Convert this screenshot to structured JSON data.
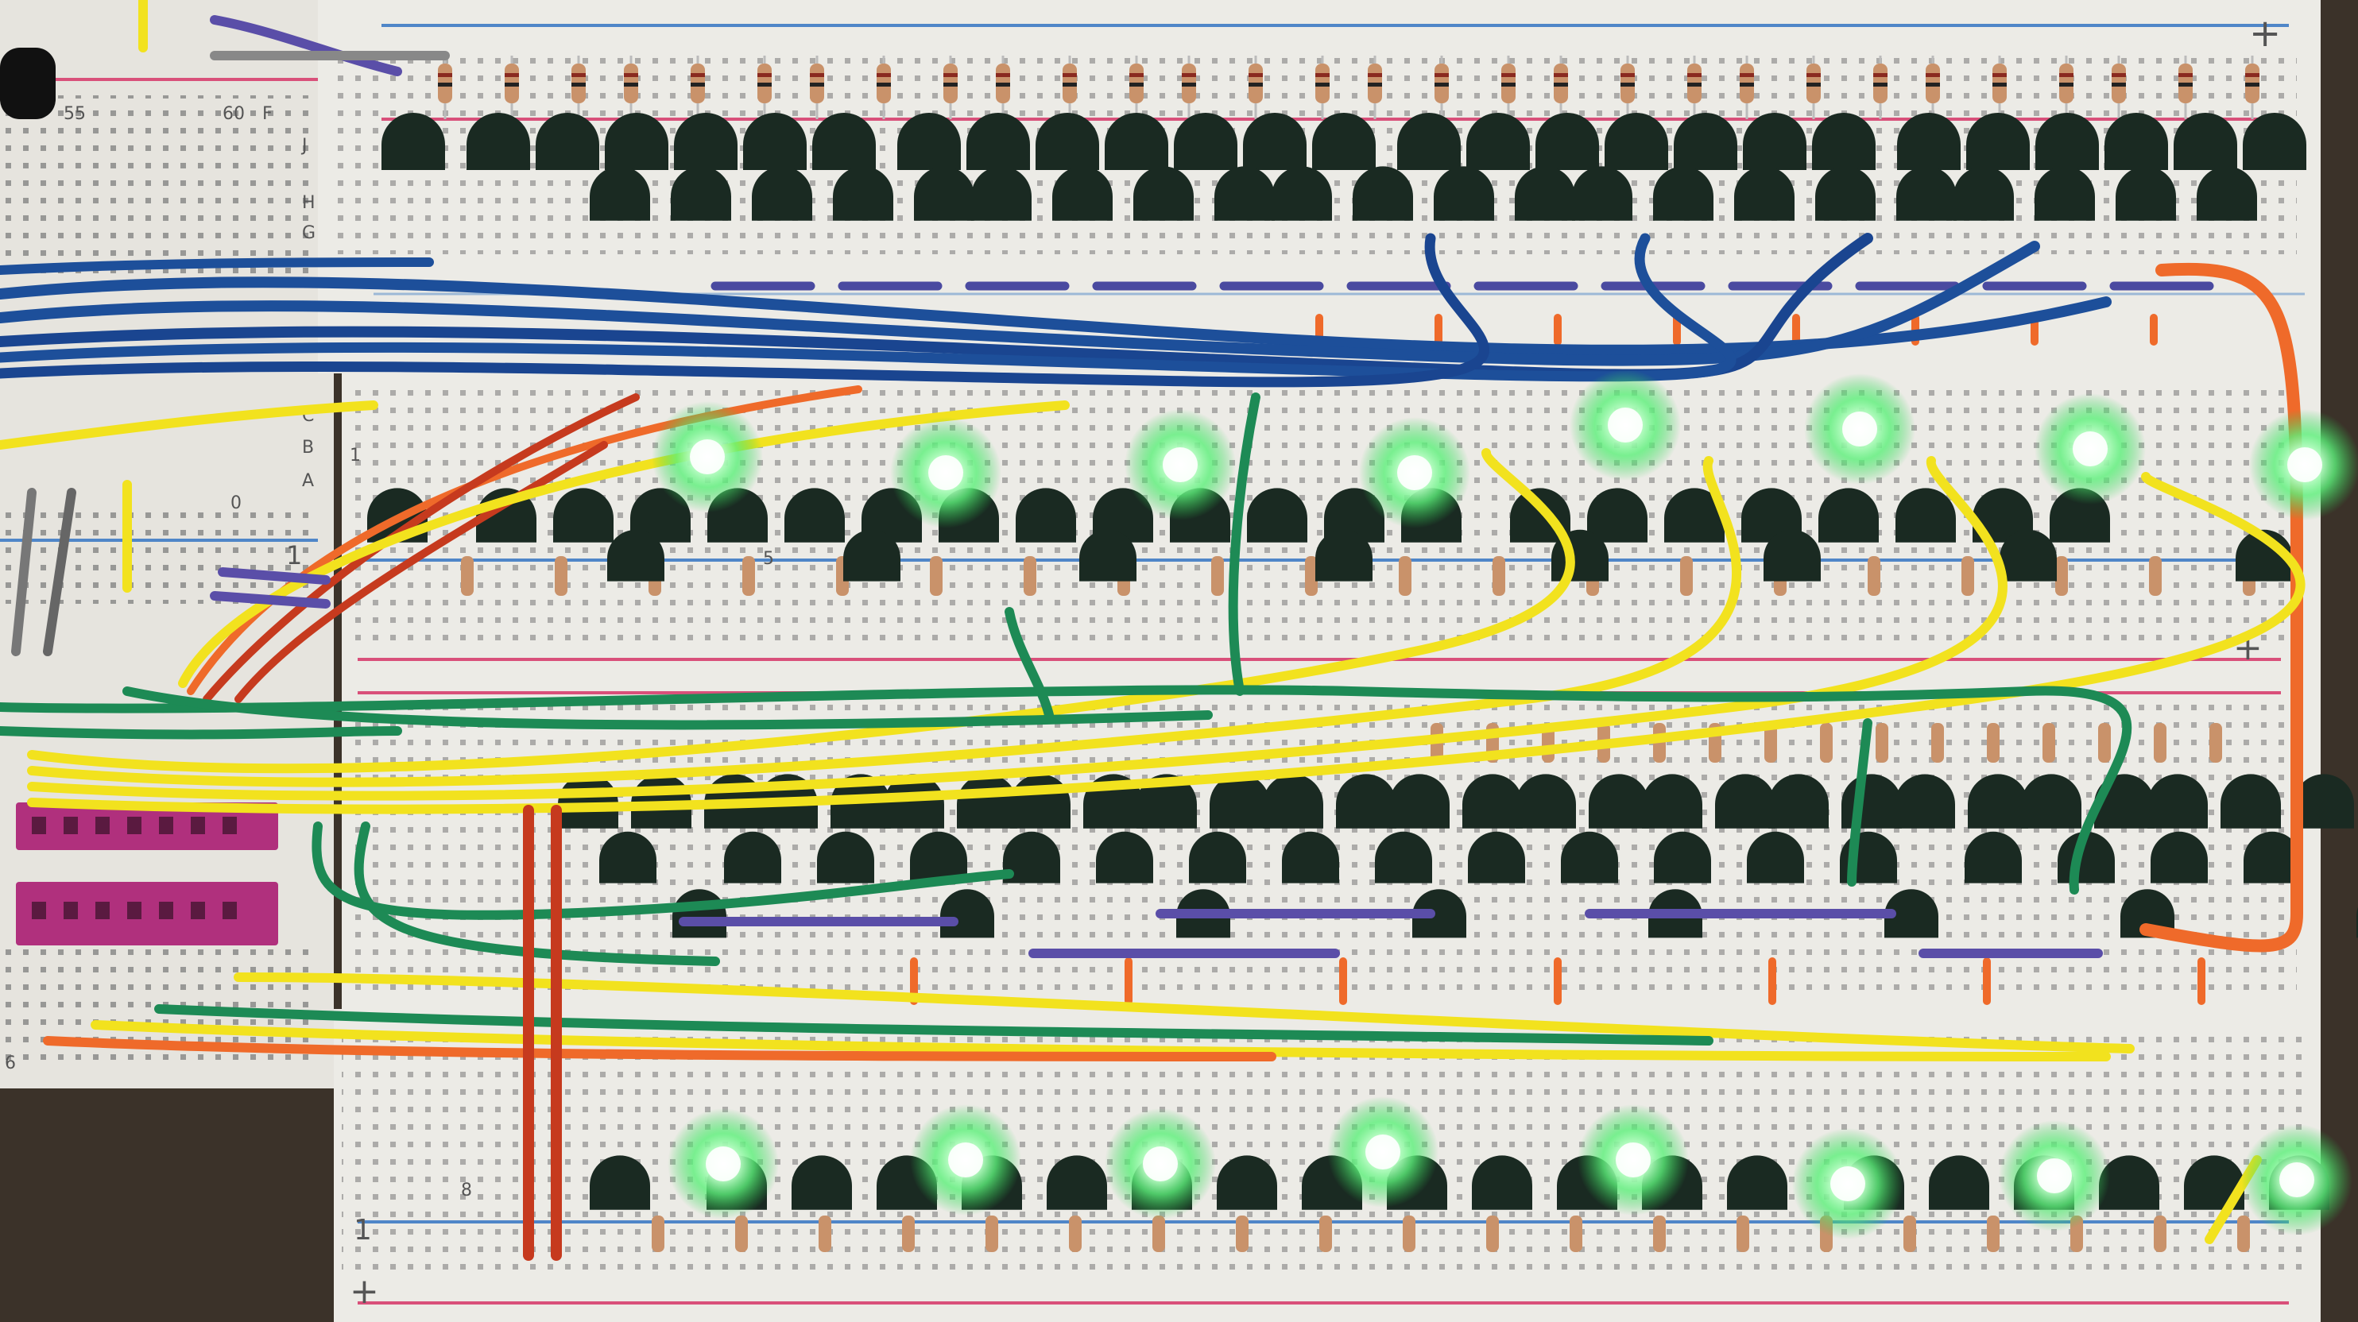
{
  "scene": {
    "subject": "breadboard-circuit-photo",
    "colors": {
      "background": "#3b3229",
      "board": "#ecebe6",
      "rail_red": "#d9507a",
      "rail_blue": "#4f86c8",
      "hole": "#6a6a6a",
      "transistor": "#1a2a22",
      "resistor": "#c9926a",
      "led_glow": "#7dff8a",
      "wire_yellow": "#f2e21e",
      "wire_green": "#1d8a55",
      "wire_blue": "#1d4f9a",
      "wire_orange": "#ef6a2a",
      "wire_red": "#c63a1e",
      "wire_purple": "#5a4ea8",
      "header_magenta": "#b0307d"
    },
    "board_labels": {
      "plus_top": "+",
      "plus_mid": "+",
      "plus_bottom": "+",
      "minus_mid": "1",
      "minus_bottom": "1",
      "col_55": "55",
      "col_60": "60",
      "col_5": "5",
      "col_0": "0",
      "col_1": "1",
      "col_8": "8",
      "row_A": "A",
      "row_B": "B",
      "row_C": "C",
      "row_G": "G",
      "row_H": "H",
      "row_J": "J",
      "row_F": "F",
      "row_6": "6"
    },
    "led_rows": [
      {
        "name": "upper",
        "count": 8,
        "lit": 8
      },
      {
        "name": "lower",
        "count": 8,
        "lit": 8
      }
    ]
  }
}
